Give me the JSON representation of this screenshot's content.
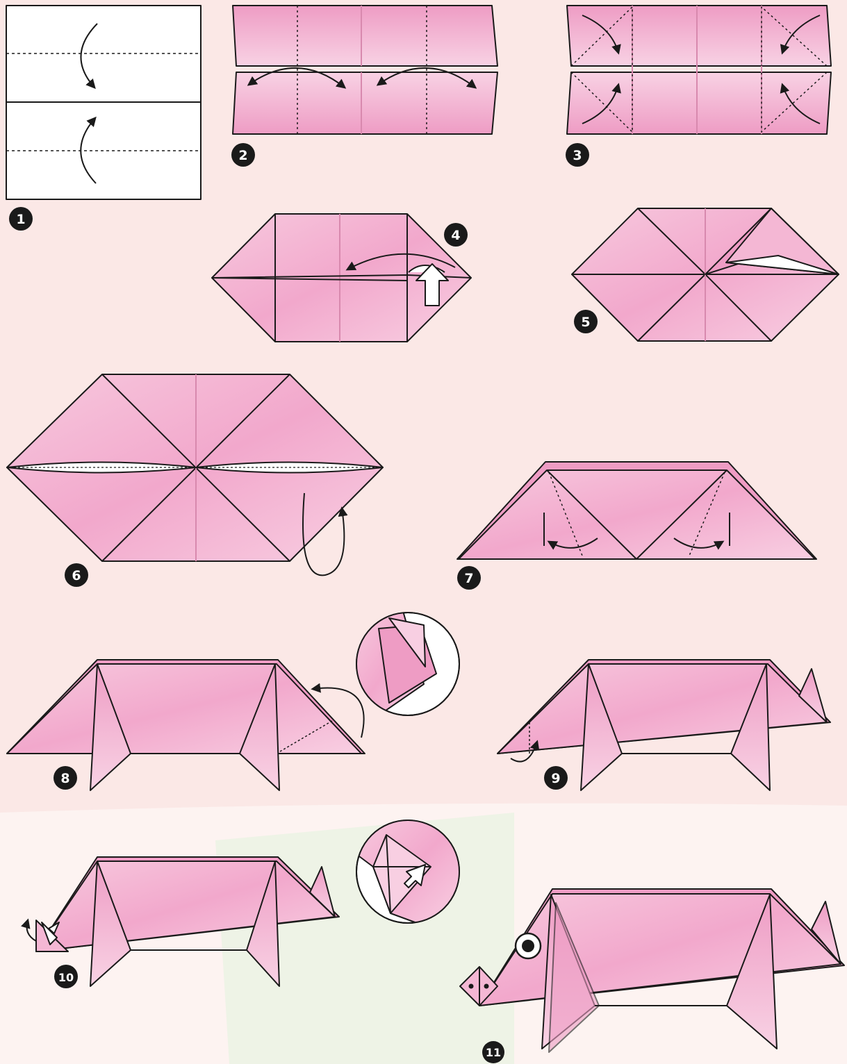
{
  "colors": {
    "background": "#fbe8e6",
    "background_light": "#fdf3f1",
    "background_green": "#eaf2e3",
    "paper": "#f2a8cc",
    "paper_light": "#f8cfe2",
    "paper_dark": "#e985b6",
    "outline": "#1a1a1a",
    "badge": "#1a1a1a",
    "badge_text": "#ffffff"
  },
  "steps": [
    {
      "number": "1",
      "icon": "white-paper-folded-in-half-icon"
    },
    {
      "number": "2",
      "icon": "folded-strip-crease-icon"
    },
    {
      "number": "3",
      "icon": "corner-folds-icon"
    },
    {
      "number": "4",
      "icon": "squash-open-icon"
    },
    {
      "number": "5",
      "icon": "flattened-hexagon-icon"
    },
    {
      "number": "6",
      "icon": "hexagon-fold-back-icon"
    },
    {
      "number": "7",
      "icon": "trapezoid-leg-fold-icon"
    },
    {
      "number": "8",
      "icon": "legs-and-tail-fold-icon"
    },
    {
      "number": "9",
      "icon": "snout-fold-icon"
    },
    {
      "number": "10",
      "icon": "snout-squash-icon"
    },
    {
      "number": "11",
      "icon": "finished-pig-icon"
    }
  ]
}
